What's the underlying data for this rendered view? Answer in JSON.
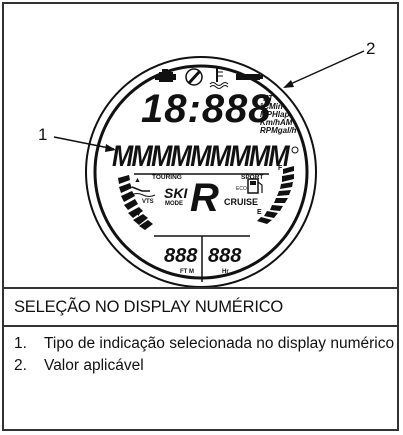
{
  "figure": {
    "callouts": [
      "1",
      "2"
    ],
    "display": {
      "top_digits": "18:888",
      "units_col1": [
        "°FT",
        "°CMin",
        "MPHlap",
        "Km/hAM",
        "RPMgal/h"
      ],
      "matrix_text": "MMMMMMMMM",
      "mode_left": "TOURING",
      "mode_right": "SPORT",
      "ski_label": "SKI",
      "ski_mode": "MODE",
      "vts_label": "VTS",
      "gear_glyph": "R",
      "cruise_label": "CRUISE",
      "eco_label": "ECO",
      "fuel_f": "F",
      "fuel_e": "E",
      "bottom_left_digits": "888",
      "bottom_left_unit": "FT M",
      "bottom_right_digits": "888",
      "bottom_right_unit": "Hr"
    },
    "icons": [
      "engine-icon",
      "wrench-icon",
      "temperature-icon",
      "battery-icon"
    ]
  },
  "caption": "SELEÇÃO NO DISPLAY NUMÉRICO",
  "legend": [
    {
      "num": "1.",
      "text": "Tipo de indicação selecionada no display numérico"
    },
    {
      "num": "2.",
      "text": "Valor aplicável"
    }
  ]
}
